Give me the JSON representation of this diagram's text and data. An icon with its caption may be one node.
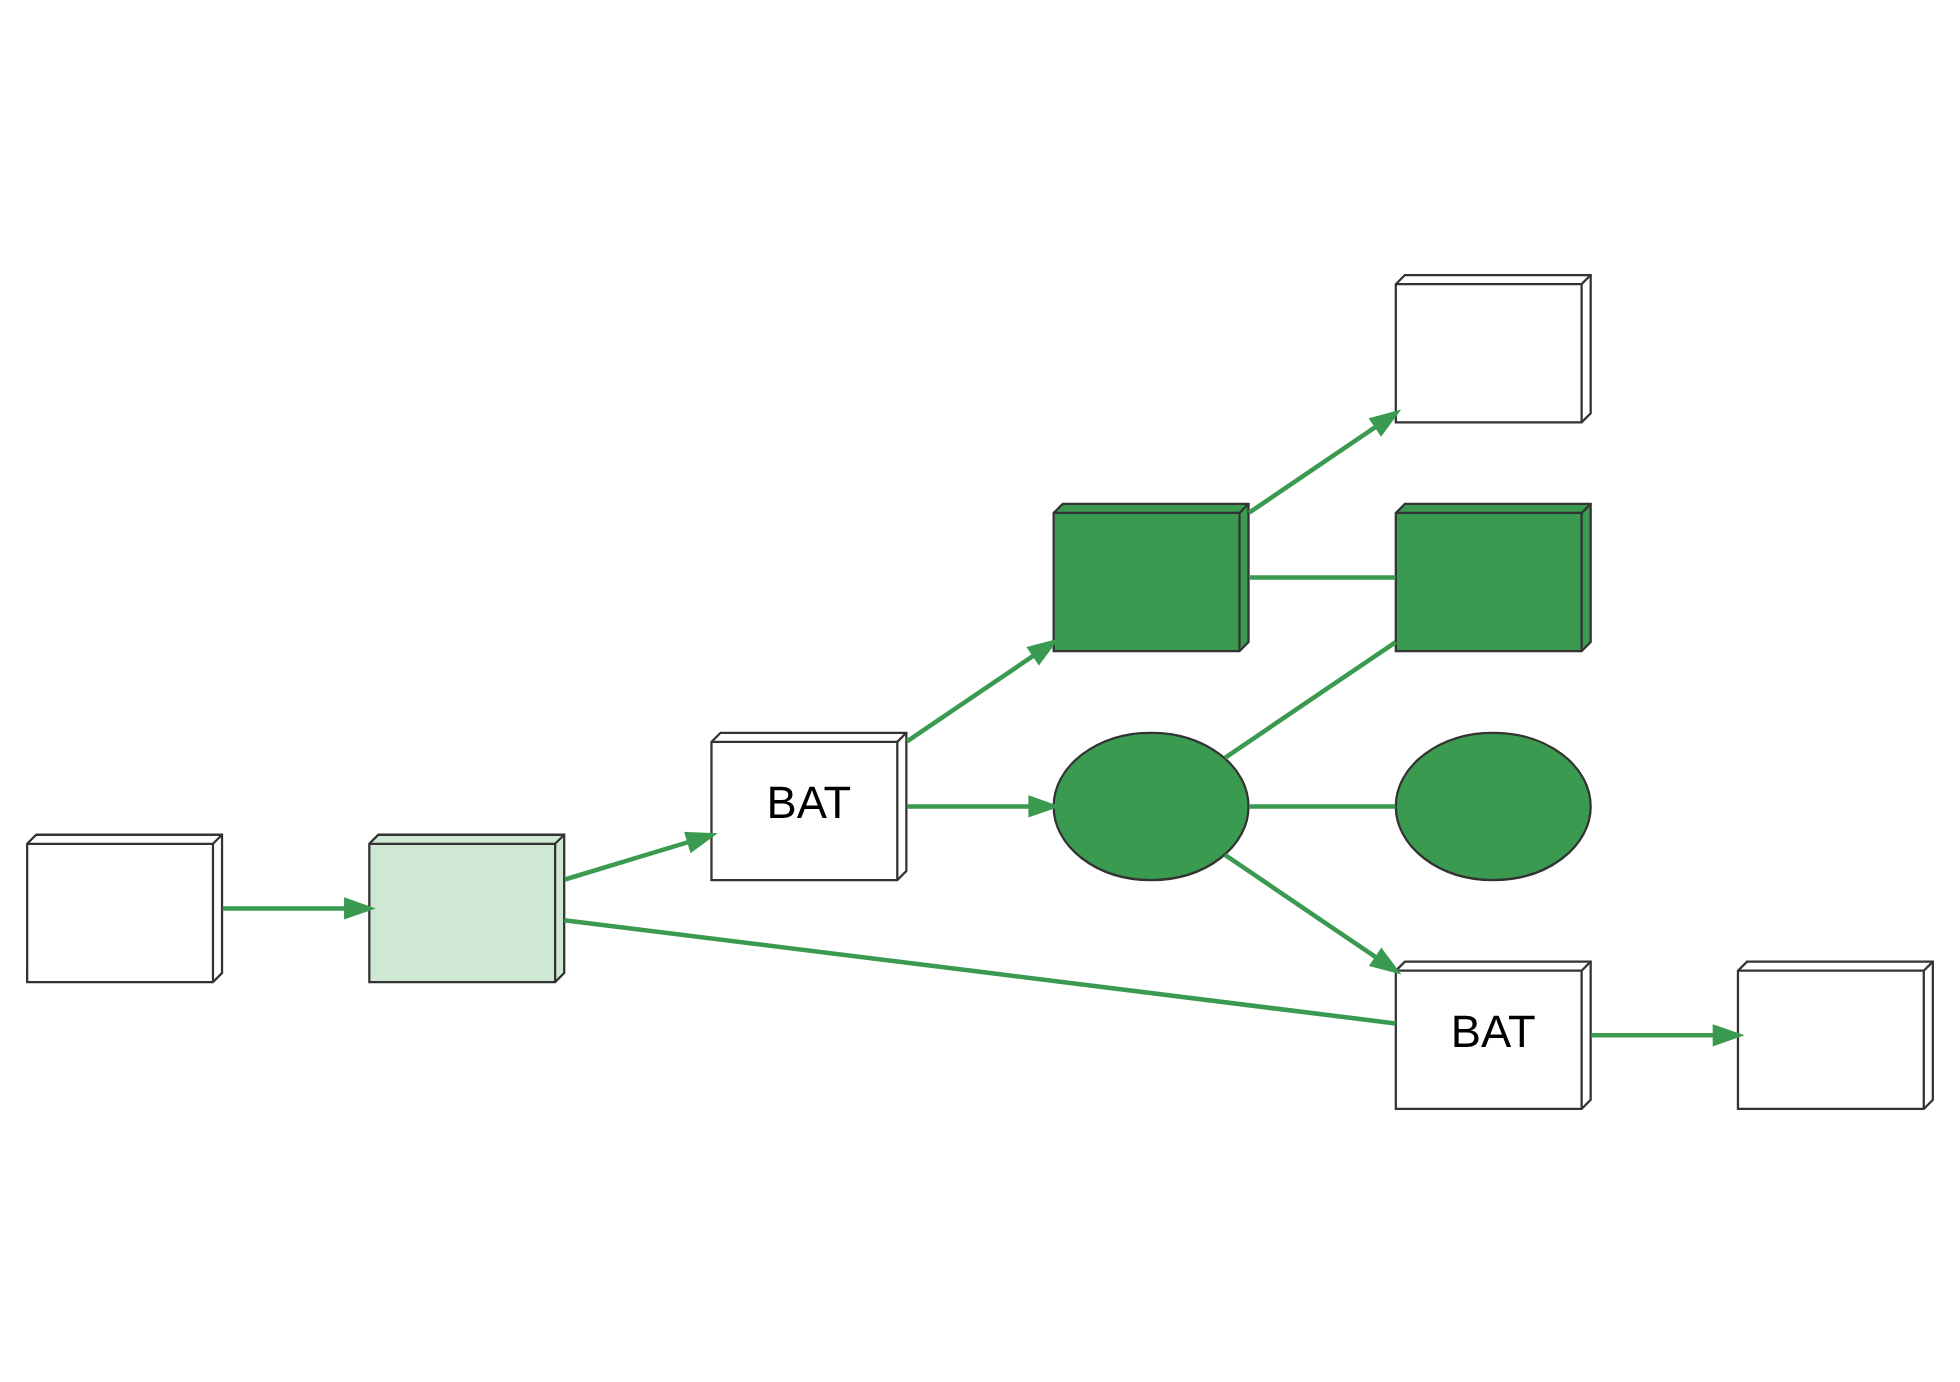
{
  "diagram": {
    "nodes": [
      {
        "text": [],
        "shape": "picture"
      },
      {
        "text": [],
        "shape": "picture"
      },
      {
        "text": [
          "BAT"
        ]
      },
      {
        "text": [],
        "shape": "picture"
      },
      {
        "text": [],
        "shape": "circle"
      },
      {
        "text": [],
        "shape": "picture"
      },
      {
        "text": [],
        "shape": "picture"
      },
      {
        "text": [],
        "shape": "circle"
      },
      {
        "text": [
          "BAT"
        ]
      },
      {
        "text": [],
        "shape": "picture"
      }
    ],
    "edges": [
      {
        "from": 0,
        "to": 1,
        "arrow": "to"
      },
      {
        "from": 1,
        "to": 2,
        "arrow": "to"
      },
      {
        "from": 2,
        "to": 3,
        "arrow": "to"
      },
      {
        "from": 2,
        "to": 4,
        "arrow": "to"
      },
      {
        "from": 3,
        "to": 5,
        "arrow": "to"
      },
      {
        "from": 3,
        "to": 6,
        "arrow": "none"
      },
      {
        "from": 4,
        "to": 6,
        "arrow": "none"
      },
      {
        "from": 4,
        "to": 7,
        "arrow": "none"
      },
      {
        "from": 4,
        "to": 8,
        "arrow": "to"
      },
      {
        "from": 1,
        "to": 8,
        "arrow": "none"
      },
      {
        "from": 8,
        "to": 9,
        "arrow": "to"
      }
    ]
  }
}
